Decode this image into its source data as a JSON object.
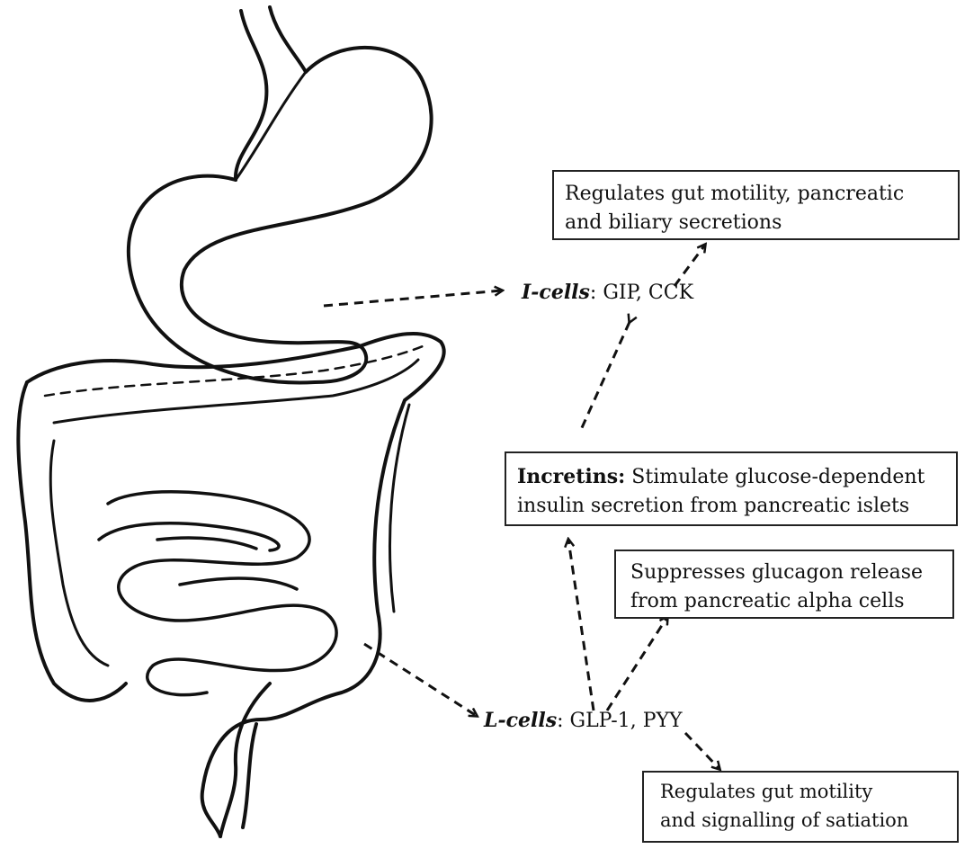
{
  "colors": {
    "ink": "#111111",
    "background": "#ffffff"
  },
  "icons": {
    "anatomy": "digestive-tract-icon"
  },
  "boxes": {
    "motility_secretions": {
      "line1": "Regulates gut motility, pancreatic",
      "line2": "and biliary secretions"
    },
    "incretins": {
      "title": "Incretins:",
      "line1_rest": " Stimulate glucose-dependent",
      "line2": "insulin secretion from pancreatic islets"
    },
    "glucagon": {
      "line1": "Suppresses glucagon release",
      "line2": "from pancreatic alpha cells"
    },
    "satiation": {
      "line1": "Regulates gut motility",
      "line2": "and signalling of satiation"
    }
  },
  "labels": {
    "i_cells": {
      "name": "I-cells",
      "hormones": ": GIP, CCK"
    },
    "l_cells": {
      "name": "L-cells",
      "hormones": ": GLP-1, PYY"
    }
  }
}
